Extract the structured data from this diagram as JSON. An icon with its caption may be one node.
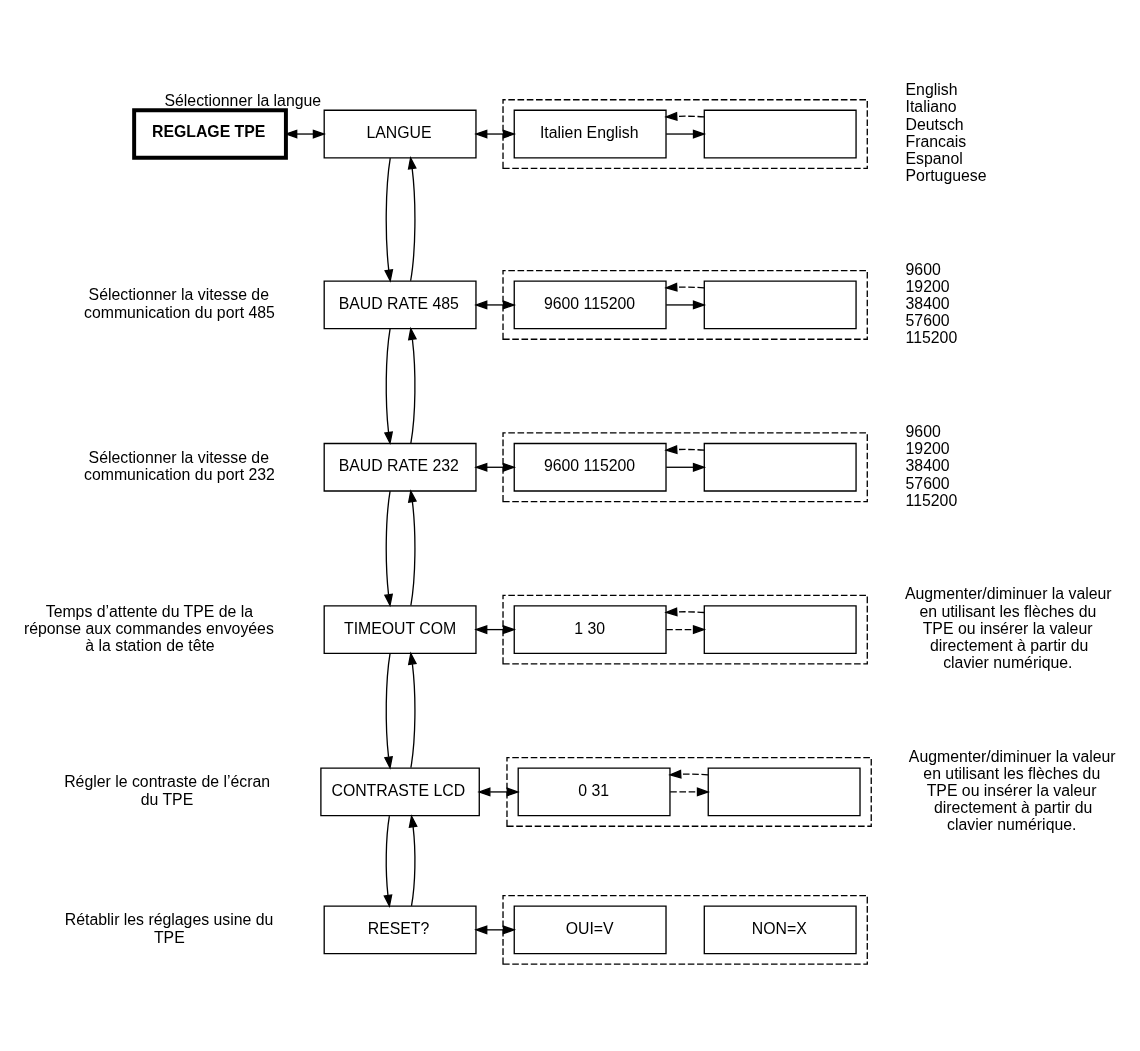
{
  "diagram": {
    "nodes": [
      {
        "text": [
          "REGLAGE TPE"
        ]
      },
      {
        "text": [
          "LANGUE"
        ],
        "beside": [
          "Sélectionner la langue"
        ]
      },
      {
        "text": [],
        "shape": "box",
        "beside": [
          "English",
          "Italiano",
          "Deutsch",
          "Francais",
          "Espanol",
          "Portuguese"
        ]
      },
      {
        "text": [
          "Italien English"
        ],
        "in": 2
      },
      {
        "text": [],
        "shape": "box",
        "in": 2
      },
      {
        "text": [
          "BAUD RATE 485"
        ],
        "beside": [
          "Sélectionner la vitesse de communication du port 485"
        ]
      },
      {
        "text": [],
        "shape": "box",
        "beside": [
          "9600",
          "19200",
          "38400",
          "57600",
          "115200"
        ]
      },
      {
        "text": [
          "9600 115200"
        ],
        "in": 6
      },
      {
        "text": [],
        "shape": "box",
        "in": 6
      },
      {
        "text": [
          "BAUD RATE 232"
        ],
        "beside": [
          "Sélectionner la vitesse de communication du port 232"
        ]
      },
      {
        "text": [],
        "shape": "box",
        "beside": [
          "9600",
          "19200",
          "38400",
          "57600",
          "115200"
        ]
      },
      {
        "text": [
          "9600 115200"
        ],
        "in": 10
      },
      {
        "text": [],
        "shape": "box",
        "in": 10
      },
      {
        "text": [
          "TIMEOUT COM"
        ],
        "beside": [
          "Temps d’attente du TPE de la réponse aux commandes envoyées à la station de tête"
        ]
      },
      {
        "text": [],
        "shape": "box",
        "beside": [
          "Augmenter/diminuer la valeur en utilisant les flèches du TPE ou insérer la valeur directement à partir du clavier numérique."
        ]
      },
      {
        "text": [
          "1 30"
        ],
        "in": 14
      },
      {
        "text": [],
        "shape": "box",
        "in": 14
      },
      {
        "text": [
          "CONTRASTE LCD"
        ],
        "beside": [
          "Régler le contraste de l’écran du TPE"
        ]
      },
      {
        "text": [],
        "shape": "box",
        "beside": [
          "Augmenter/diminuer la valeur en utilisant les flèches du TPE ou insérer la valeur directement à partir du clavier numérique."
        ]
      },
      {
        "text": [
          "0 31"
        ],
        "in": 18
      },
      {
        "text": [],
        "shape": "box",
        "in": 18
      },
      {
        "text": [
          "RESET?"
        ],
        "beside": [
          "Rétablir les réglages usine du TPE"
        ]
      },
      {
        "text": [],
        "shape": "box"
      },
      {
        "text": [
          "OUI=V"
        ],
        "in": 22
      },
      {
        "text": [
          "NON=X"
        ],
        "in": 22
      }
    ],
    "edges": [
      {
        "from": 0,
        "to": 1,
        "arrow": "both"
      },
      {
        "from": 1,
        "to": 3,
        "arrow": "both"
      },
      {
        "from": 3,
        "to": 4,
        "arrow": "to"
      },
      {
        "from": 4,
        "to": 3,
        "arrow": "to",
        "style": "dashed"
      },
      {
        "from": 1,
        "to": 5,
        "arrow": "to"
      },
      {
        "from": 5,
        "to": 1,
        "arrow": "to"
      },
      {
        "from": 5,
        "to": 7,
        "arrow": "both"
      },
      {
        "from": 7,
        "to": 8,
        "arrow": "to"
      },
      {
        "from": 8,
        "to": 7,
        "arrow": "to",
        "style": "dashed"
      },
      {
        "from": 5,
        "to": 9,
        "arrow": "to"
      },
      {
        "from": 9,
        "to": 5,
        "arrow": "to"
      },
      {
        "from": 9,
        "to": 11,
        "arrow": "both"
      },
      {
        "from": 11,
        "to": 12,
        "arrow": "to"
      },
      {
        "from": 12,
        "to": 11,
        "arrow": "to",
        "style": "dashed"
      },
      {
        "from": 9,
        "to": 13,
        "arrow": "to"
      },
      {
        "from": 13,
        "to": 9,
        "arrow": "to"
      },
      {
        "from": 13,
        "to": 15,
        "arrow": "both"
      },
      {
        "from": 15,
        "to": 16,
        "arrow": "to",
        "style": "dashed"
      },
      {
        "from": 16,
        "to": 15,
        "arrow": "to",
        "style": "dashed"
      },
      {
        "from": 13,
        "to": 17,
        "arrow": "to"
      },
      {
        "from": 17,
        "to": 13,
        "arrow": "to"
      },
      {
        "from": 17,
        "to": 19,
        "arrow": "both"
      },
      {
        "from": 19,
        "to": 20,
        "arrow": "to",
        "style": "dashed"
      },
      {
        "from": 20,
        "to": 19,
        "arrow": "to",
        "style": "dashed"
      },
      {
        "from": 17,
        "to": 21,
        "arrow": "to"
      },
      {
        "from": 21,
        "to": 17,
        "arrow": "to"
      },
      {
        "from": 21,
        "to": 23,
        "arrow": "both"
      }
    ]
  }
}
